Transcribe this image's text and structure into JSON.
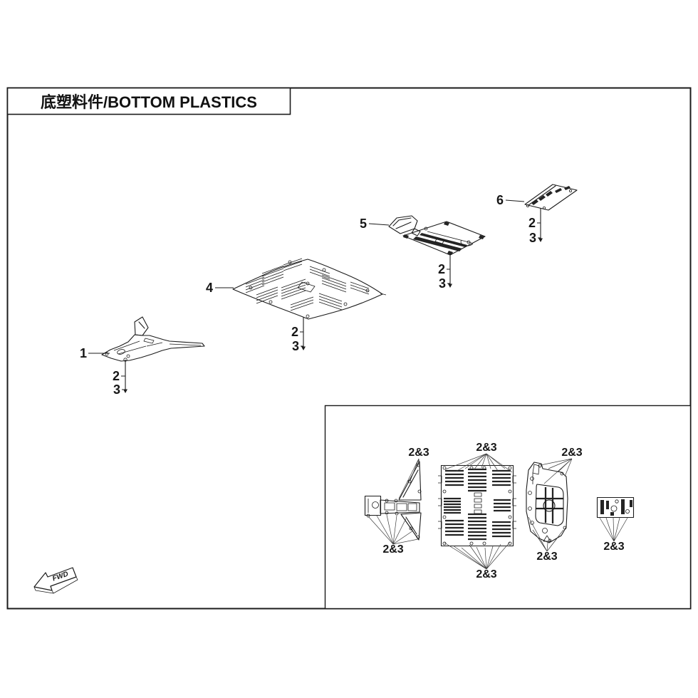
{
  "header": {
    "title": "底塑料件/BOTTOM PLASTICS"
  },
  "labels": {
    "p1": "1",
    "p2": "2",
    "p3": "3",
    "p4": "4",
    "p5": "5",
    "p6": "6",
    "p23": "2&3"
  },
  "direction": {
    "fwd": "FWD"
  },
  "colors": {
    "ink": "#1b1b1b",
    "background": "#ffffff"
  }
}
